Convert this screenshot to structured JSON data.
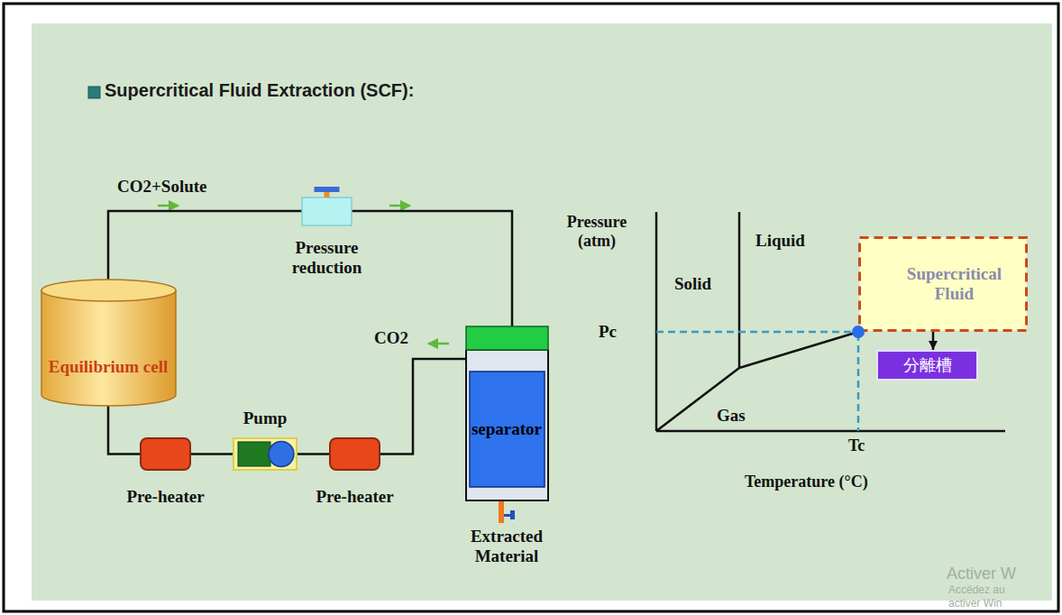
{
  "diagram": {
    "title": "Supercritical Fluid Extraction (SCF):",
    "nodes": [
      {
        "text": [
          "Equilibrium cell"
        ]
      },
      {
        "text": [
          "Pre-heater"
        ]
      },
      {
        "text": [
          "Pump"
        ]
      },
      {
        "text": [
          "Pre-heater"
        ]
      },
      {
        "text": [
          "separator"
        ]
      },
      {
        "text": [
          "Pressure reduction"
        ]
      },
      {
        "text": [
          "Supercritical Fluid"
        ]
      },
      {
        "text": [
          "分離槽"
        ]
      }
    ],
    "edges": [
      {
        "from": 0,
        "to": 1,
        "arrow": "none"
      },
      {
        "from": 1,
        "to": 2,
        "arrow": "none"
      },
      {
        "from": 2,
        "to": 3,
        "arrow": "none"
      },
      {
        "from": 3,
        "to": 4,
        "arrow": "none"
      },
      {
        "from": 0,
        "to": 5,
        "arrow": "none"
      },
      {
        "from": 5,
        "to": 4,
        "arrow": "none"
      },
      {
        "from": 6,
        "to": 7,
        "arrow": "to"
      }
    ],
    "labels": [
      "CO2+Solute",
      "CO2",
      "Extracted Material",
      "Pressure (atm)",
      "Liquid",
      "Solid",
      "Pc",
      "Gas",
      "Tc",
      "Temperature (°C)",
      "Activer W",
      "Accédez au",
      "activer Win"
    ]
  }
}
